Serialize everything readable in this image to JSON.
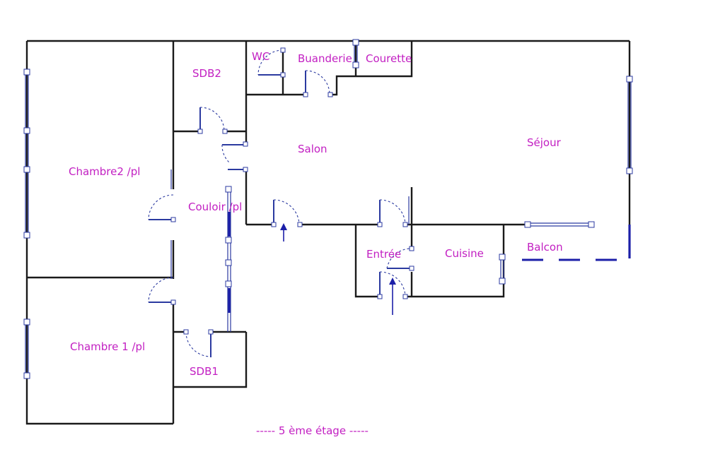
{
  "rooms": {
    "chambre2": "Chambre2 /pl",
    "chambre1": "Chambre 1 /pl",
    "sdb2": "SDB2",
    "sdb1": "SDB1",
    "wc": "WC",
    "buanderie": "Buanderie",
    "courette": "Courette",
    "salon": "Salon",
    "sejour": "Séjour",
    "couloir": "Couloir /pl",
    "entree": "Entrée",
    "cuisine": "Cuisine",
    "balcon": "Balcon"
  },
  "caption": {
    "dashes_left": "-----",
    "floor": "5 ème étage",
    "dashes_right": "-----"
  },
  "colors": {
    "wall": "#1a1a1a",
    "label": "#c21fc2",
    "fixture": "#2b3aa0"
  }
}
